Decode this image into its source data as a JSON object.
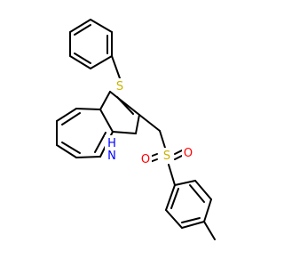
{
  "structure": {
    "atoms": {
      "S_thio": {
        "symbol": "S",
        "color": "#c8b400"
      },
      "N_H": {
        "symbol": "H",
        "color": "#0000ff"
      },
      "N": {
        "symbol": "N",
        "color": "#0000ff"
      },
      "S_sulfonyl": {
        "symbol": "S",
        "color": "#c8b400"
      },
      "O_left": {
        "symbol": "O",
        "color": "#ff0000"
      },
      "O_right": {
        "symbol": "O",
        "color": "#ff0000"
      }
    }
  }
}
